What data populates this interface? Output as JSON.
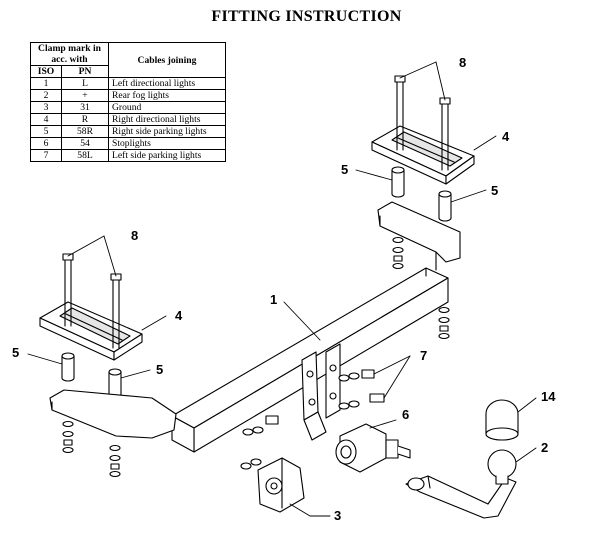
{
  "title": "FITTING INSTRUCTION",
  "table": {
    "header_clamp": "Clamp mark in acc. with",
    "header_cables": "Cables joining",
    "col_iso": "ISO",
    "col_pn": "PN",
    "rows": [
      {
        "iso": "1",
        "pn": "L",
        "desc": "Left directional lights"
      },
      {
        "iso": "2",
        "pn": "+",
        "desc": "Rear fog lights"
      },
      {
        "iso": "3",
        "pn": "31",
        "desc": "Ground"
      },
      {
        "iso": "4",
        "pn": "R",
        "desc": "Right directional lights"
      },
      {
        "iso": "5",
        "pn": "58R",
        "desc": "Right side parking lights"
      },
      {
        "iso": "6",
        "pn": "54",
        "desc": "Stoplights"
      },
      {
        "iso": "7",
        "pn": "58L",
        "desc": "Left side parking lights"
      }
    ]
  },
  "callouts": {
    "c1": "1",
    "c2": "2",
    "c3": "3",
    "c4a": "4",
    "c4b": "4",
    "c5a": "5",
    "c5b": "5",
    "c5c": "5",
    "c5d": "5",
    "c6": "6",
    "c7": "7",
    "c8a": "8",
    "c8b": "8",
    "c14": "14"
  }
}
